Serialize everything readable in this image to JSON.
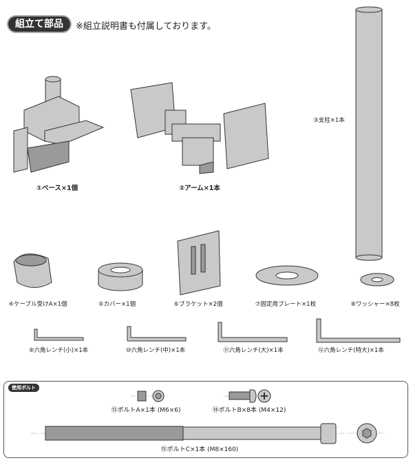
{
  "header": {
    "badge": "組立て部品",
    "note": "※組立説明書も付属しております。"
  },
  "parts": [
    {
      "label": "①ベース×1個"
    },
    {
      "label": "②アーム×1本"
    },
    {
      "label": "③支柱×1本"
    },
    {
      "label": "④ケーブル受けA×1個"
    },
    {
      "label": "⑤カバー×1個"
    },
    {
      "label": "⑥ブラケット×2個"
    },
    {
      "label": "⑦固定用プレート×1枚"
    },
    {
      "label": "⑧ワッシャー×8枚"
    },
    {
      "label": "⑨六角レンチ(小)×1本"
    },
    {
      "label": "⑩六角レンチ(中)×1本"
    },
    {
      "label": "⑪六角レンチ(大)×1本"
    },
    {
      "label": "⑫六角レンチ(特大)×1本"
    }
  ],
  "bolts": {
    "title": "使用ボルト",
    "items": [
      {
        "label": "⑬ボルトA×1本 (M6×6)"
      },
      {
        "label": "⑭ボルトB×8本 (M4×12)"
      },
      {
        "label": "⑮ボルトC×1本 (M8×160)"
      }
    ]
  }
}
